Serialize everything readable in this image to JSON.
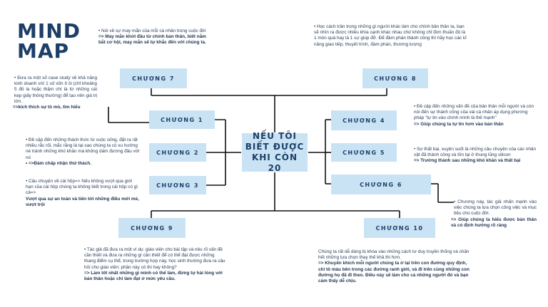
{
  "title_line1": "MIND",
  "title_line2": "MAP",
  "center": "NẾU TÔI BIẾT ĐƯỢC KHI CÒN 20",
  "chapters": {
    "c1": "CHƯƠNG 1",
    "c2": "CHƯƠNG 2",
    "c3": "CHƯƠNG 3",
    "c4": "CHƯƠNG 4",
    "c5": "CHƯƠNG 5",
    "c6": "CHƯƠNG 6",
    "c7": "CHƯƠNG 7",
    "c8": "CHƯƠNG 8",
    "c9": "CHƯƠNG 9",
    "c10": "CHƯƠNG 10"
  },
  "notes": {
    "n7_body": "Nói về sự may mắn của mỗi cá nhân trong cuộc đời",
    "n7_bold": "=> May mắn khởi đầu từ chính bản thân, biết nắm bắt cơ hội, may mắn sẽ tự khắc đến với chúng ta.",
    "n8_body": "Học cách trân trọng những gì người khác làm cho chính bản thân ta, bạn sẽ nhìn ra được nhiều khía cạnh khác nhau chứ không chỉ đơn thuần đó là 1 món quà hay là 1 sự giúp đỡ. Để đảm phán thành công thì hãy học các kĩ năng giao tiếp, thuyết trình, đàm phán, thương lượng",
    "n1_body": "Đưa ra một số case study về khả năng kinh doanh với 1 số vốn ít ỏi (chỉ khoảng 5 đô la hoặc thậm chí là từ những cái kẹp giấy thông thường) để tạo nên giá trị lớn.",
    "n1_bold": "=>kích thích sự tò mò, tìm hiểu",
    "n2_body": "Đề cập đến những thách thức từ cuộc sống, đặt ra rất nhiều rắc rối, mắc răng là tại sao chúng ta có xu hướng né tránh những khó khăn mà không dám đương đầu với nó",
    "n2_bold": "=>Đám chấp nhận thử thách.",
    "n3_body": "Câu chuyện về cái hộp=> Nếu không vượt qua giới hạn của cái hộp chúng ta không biết trong cái hộp có gì cả=>",
    "n3_bold": "Vượt qua sự an toàn và tiến tới những điều mới mẻ, vượt trội",
    "n4_body": "Đề cập đến những vấn đề của bản thân mỗi người và còn nói đến sự thành công của vài cá nhân áp dụng phương pháp \"tự tin vào chính mình là thế mạnh\"",
    "n4_bold": "=> Giúp chúng ta tự tin hơn vào bản thân",
    "n5_body": "Sự thất bại, xuyên suốt là những câu chuyện của các nhân vật đã thành công và tồn tại ở thung lũng silicon",
    "n5_bold": "=> Trưởng thành sau những khó khăn và thất bại",
    "n6_body": "Chương này, tác giả nhấn mạnh vào việc chúng ta lựa chọn công việc và mục tiêu cho cuộc đời.",
    "n6_bold": "=> Giúp chúng ta hiểu được bản thân và có định hướng rõ ràng",
    "n9_body": "Tác giả đã đưa ra một ví dụ: giáo viên cho bài tập và nêu rõ vấn đề cần thiết và đưa ra những gì cần thiết để có thể đạt được những thang điểm cụ thể, trong trường hợp này, học sinh thường đưa ra câu hỏi cho giáo viên: phần này có thi hay không?",
    "n9_bold": "=> Làm tốt nhất những gì mình có thể làm, đừng tự hài lòng với bản thân hoặc chỉ làm đạt ở mức yêu cầu.",
    "n10_body": "Chúng ta rất dễ dàng bị khóa vào những cách tư duy truyền thống và chấn hết những lựa chọn thay thế khả thi hơn.",
    "n10_bold": "=> Khuyến khích mỗi người chúng ta ở lại trên con đường quy định, chỉ tô màu bên trong các đường ranh giới, và đi trên cùng những con đường họ đã đi theo. Điều này sẽ làm cho cả những người đó và bạn cảm thấy dễ chịu."
  }
}
